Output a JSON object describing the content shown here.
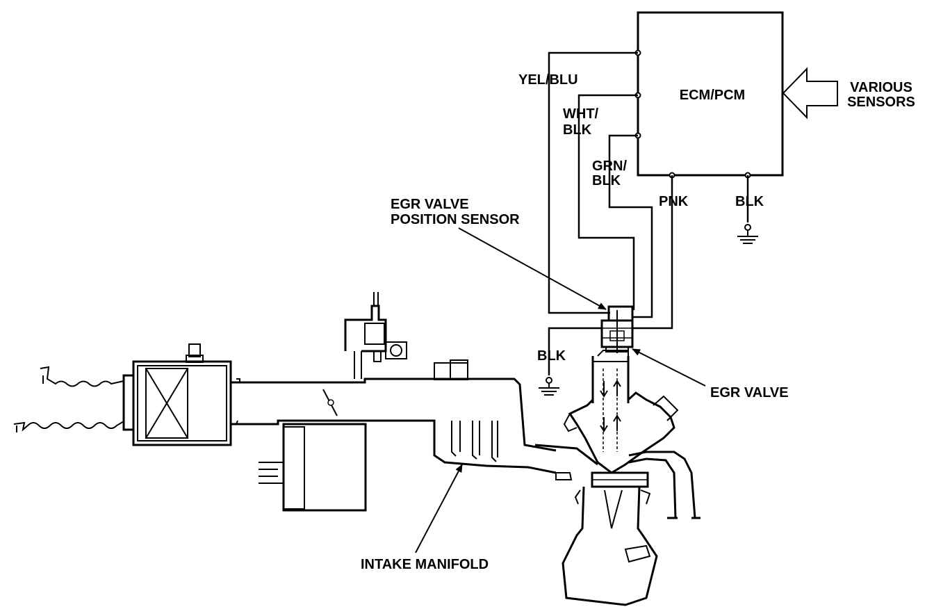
{
  "labels": {
    "ecm_pcm": "ECM/PCM",
    "various_sensors_1": "VARIOUS",
    "various_sensors_2": "SENSORS",
    "yel_blu": "YEL/BLU",
    "wht_blk_1": "WHT/",
    "wht_blk_2": "BLK",
    "grn_blk_1": "GRN/",
    "grn_blk_2": "BLK",
    "pnk": "PNK",
    "blk_ecm": "BLK",
    "blk_valve": "BLK",
    "egr_sensor_1": "EGR VALVE",
    "egr_sensor_2": "POSITION SENSOR",
    "egr_valve": "EGR VALVE",
    "intake_manifold": "INTAKE MANIFOLD"
  }
}
